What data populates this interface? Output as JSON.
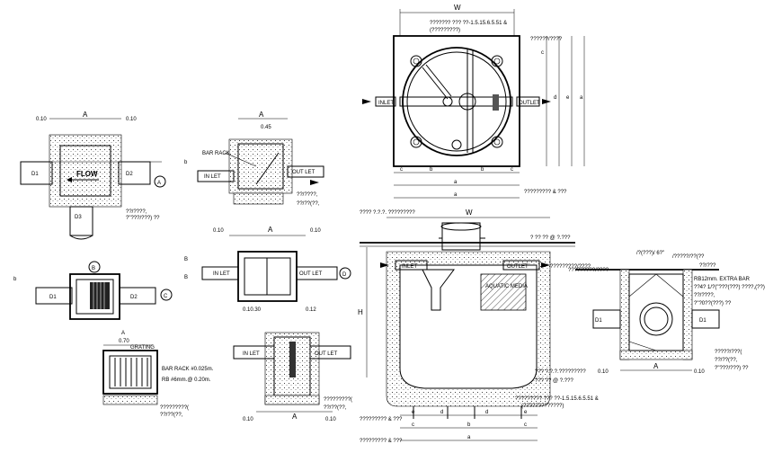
{
  "labels": {
    "w": "W",
    "a": "A",
    "b": "b",
    "c": "c",
    "d": "d",
    "e": "e",
    "h": "H",
    "b_cap": "B",
    "c_cap": "C",
    "dim_010": "0.10",
    "dim_045": "0.45",
    "dim_070": "0.70",
    "dim_012": "0.12",
    "dim_01030": "0.10.30",
    "d1": "D1",
    "d2": "D2",
    "d3": "D3",
    "flow": "FLOW",
    "bar_rack": "BAR RACK",
    "in_let": "IN LET",
    "out_let": "OUT LET",
    "inlet": "INLET",
    "outlet": "OUTLET",
    "grating": "GRATING",
    "aquatic_media": "AQUATIC MEDIA",
    "bar_rack_spec": "BAR RACK #0.025m.",
    "rb_spec": "RB #6mm.@ 0.20m.",
    "extra_bar": "RB12mm. EXTRA BAR"
  },
  "callouts": {
    "a": "A",
    "b": "B",
    "c": "C",
    "d": "D"
  }
}
